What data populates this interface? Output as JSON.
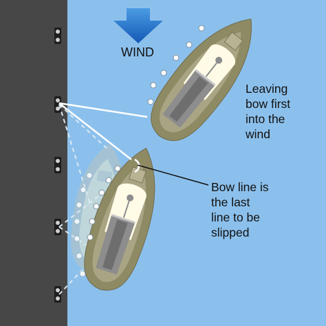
{
  "wind": {
    "label": "WIND",
    "arrow_color": "#1f6fc9"
  },
  "notes": {
    "leaving": [
      "Leaving",
      "bow first",
      "into the",
      "wind"
    ],
    "bow_line": [
      "Bow line is",
      "the last",
      "line to be",
      "slipped"
    ]
  },
  "colors": {
    "water": "#8cc0ec",
    "dock": "#474747",
    "hull": "#8e8a64",
    "hull_ghost": "#a9c3cf",
    "deck": "#fffbe6",
    "cockpit": "#8d8d8d",
    "cleat": "#d0d0d0",
    "fender": "#ffffff",
    "dock_line": "#ffffff"
  }
}
